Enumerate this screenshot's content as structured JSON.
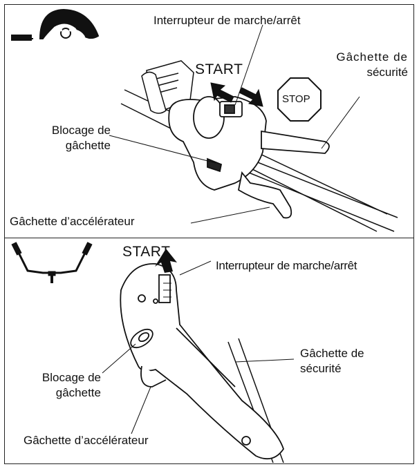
{
  "top_panel": {
    "icon": "loop-handle-icon",
    "labels": {
      "switch": "Interrupteur de marche/arrêt",
      "start": "START",
      "stop": "STOP",
      "safety_trigger_line1": "Gâchette de",
      "safety_trigger_line2": "sécurité",
      "trigger_lock_line1": "Blocage de",
      "trigger_lock_line2": "gâchette",
      "throttle_trigger": "Gâchette d’accélérateur"
    }
  },
  "bottom_panel": {
    "icon": "bike-handle-icon",
    "labels": {
      "start": "START",
      "switch": "Interrupteur de marche/arrêt",
      "safety_trigger_line1": "Gâchette de",
      "safety_trigger_line2": "sécurité",
      "trigger_lock_line1": "Blocage de",
      "trigger_lock_line2": "gâchette",
      "throttle_trigger": "Gâchette d’accélérateur"
    }
  }
}
